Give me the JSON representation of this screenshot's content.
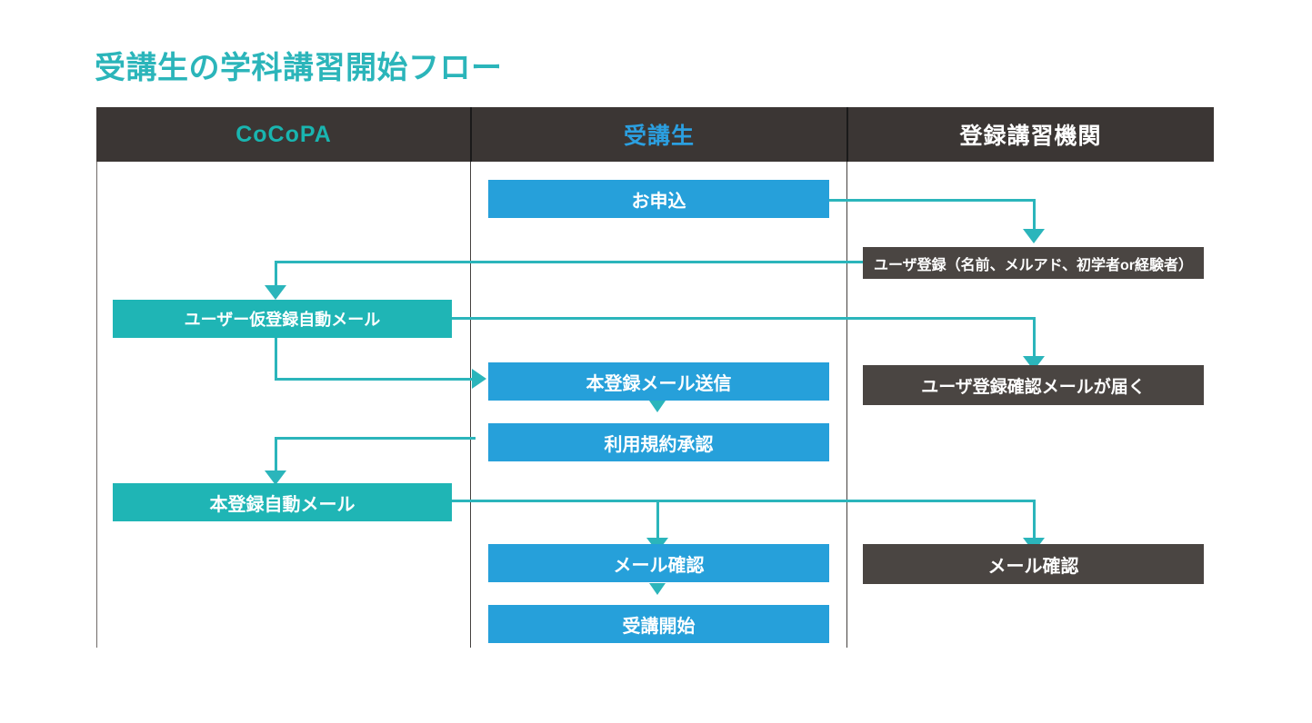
{
  "title": "受講生の学科講習開始フロー",
  "colors": {
    "accent_teal": "#2bb5bb",
    "box_blue": "#26a0da",
    "box_teal": "#1fb5b5",
    "box_dark": "#4a4542",
    "header_bg": "#3b3634",
    "background": "#ffffff"
  },
  "lanes": [
    {
      "id": "cocopa",
      "label": "CoCoPA",
      "color": "#19b5b0"
    },
    {
      "id": "student",
      "label": "受講生",
      "color": "#2b9fe0"
    },
    {
      "id": "institution",
      "label": "登録講習機関",
      "color": "#ffffff"
    }
  ],
  "chart_data": {
    "type": "diagram",
    "title": "受講生の学科講習開始フロー",
    "lanes": [
      "CoCoPA",
      "受講生",
      "登録講習機関"
    ],
    "nodes": [
      {
        "id": "n1",
        "lane": "受講生",
        "label": "お申込",
        "style": "blue",
        "order": 1
      },
      {
        "id": "n2",
        "lane": "登録講習機関",
        "label": "ユーザ登録（名前、メルアド、初学者or経験者）",
        "style": "dark",
        "order": 2
      },
      {
        "id": "n3",
        "lane": "CoCoPA",
        "label": "ユーザー仮登録自動メール",
        "style": "teal",
        "order": 3
      },
      {
        "id": "n4",
        "lane": "登録講習機関",
        "label": "ユーザ登録確認メールが届く",
        "style": "dark",
        "order": 4
      },
      {
        "id": "n5",
        "lane": "受講生",
        "label": "本登録メール送信",
        "style": "blue",
        "order": 5
      },
      {
        "id": "n6",
        "lane": "受講生",
        "label": "利用規約承認",
        "style": "blue",
        "order": 6
      },
      {
        "id": "n7",
        "lane": "CoCoPA",
        "label": "本登録自動メール",
        "style": "teal",
        "order": 7
      },
      {
        "id": "n8",
        "lane": "受講生",
        "label": "メール確認",
        "style": "blue",
        "order": 8
      },
      {
        "id": "n9",
        "lane": "登録講習機関",
        "label": "メール確認",
        "style": "dark",
        "order": 9
      },
      {
        "id": "n10",
        "lane": "受講生",
        "label": "受講開始",
        "style": "blue",
        "order": 10
      }
    ],
    "edges": [
      {
        "from": "n1",
        "to": "n2"
      },
      {
        "from": "n2",
        "to": "n3"
      },
      {
        "from": "n3",
        "to": "n4"
      },
      {
        "from": "n3",
        "to": "n5"
      },
      {
        "from": "n5",
        "to": "n6"
      },
      {
        "from": "n6",
        "to": "n7"
      },
      {
        "from": "n7",
        "to": "n8"
      },
      {
        "from": "n7",
        "to": "n9"
      },
      {
        "from": "n8",
        "to": "n10"
      }
    ]
  },
  "boxes": {
    "oumoushikomi": "お申込",
    "user_touroku": "ユーザ登録（名前、メルアド、初学者or経験者）",
    "kari_touroku_mail": "ユーザー仮登録自動メール",
    "kakunin_mail_todoku": "ユーザ登録確認メールが届く",
    "hon_touroku_soushin": "本登録メール送信",
    "riyou_kiyaku": "利用規約承認",
    "hon_touroku_mail": "本登録自動メール",
    "mail_kakunin_student": "メール確認",
    "mail_kakunin_inst": "メール確認",
    "jukou_kaishi": "受講開始"
  }
}
